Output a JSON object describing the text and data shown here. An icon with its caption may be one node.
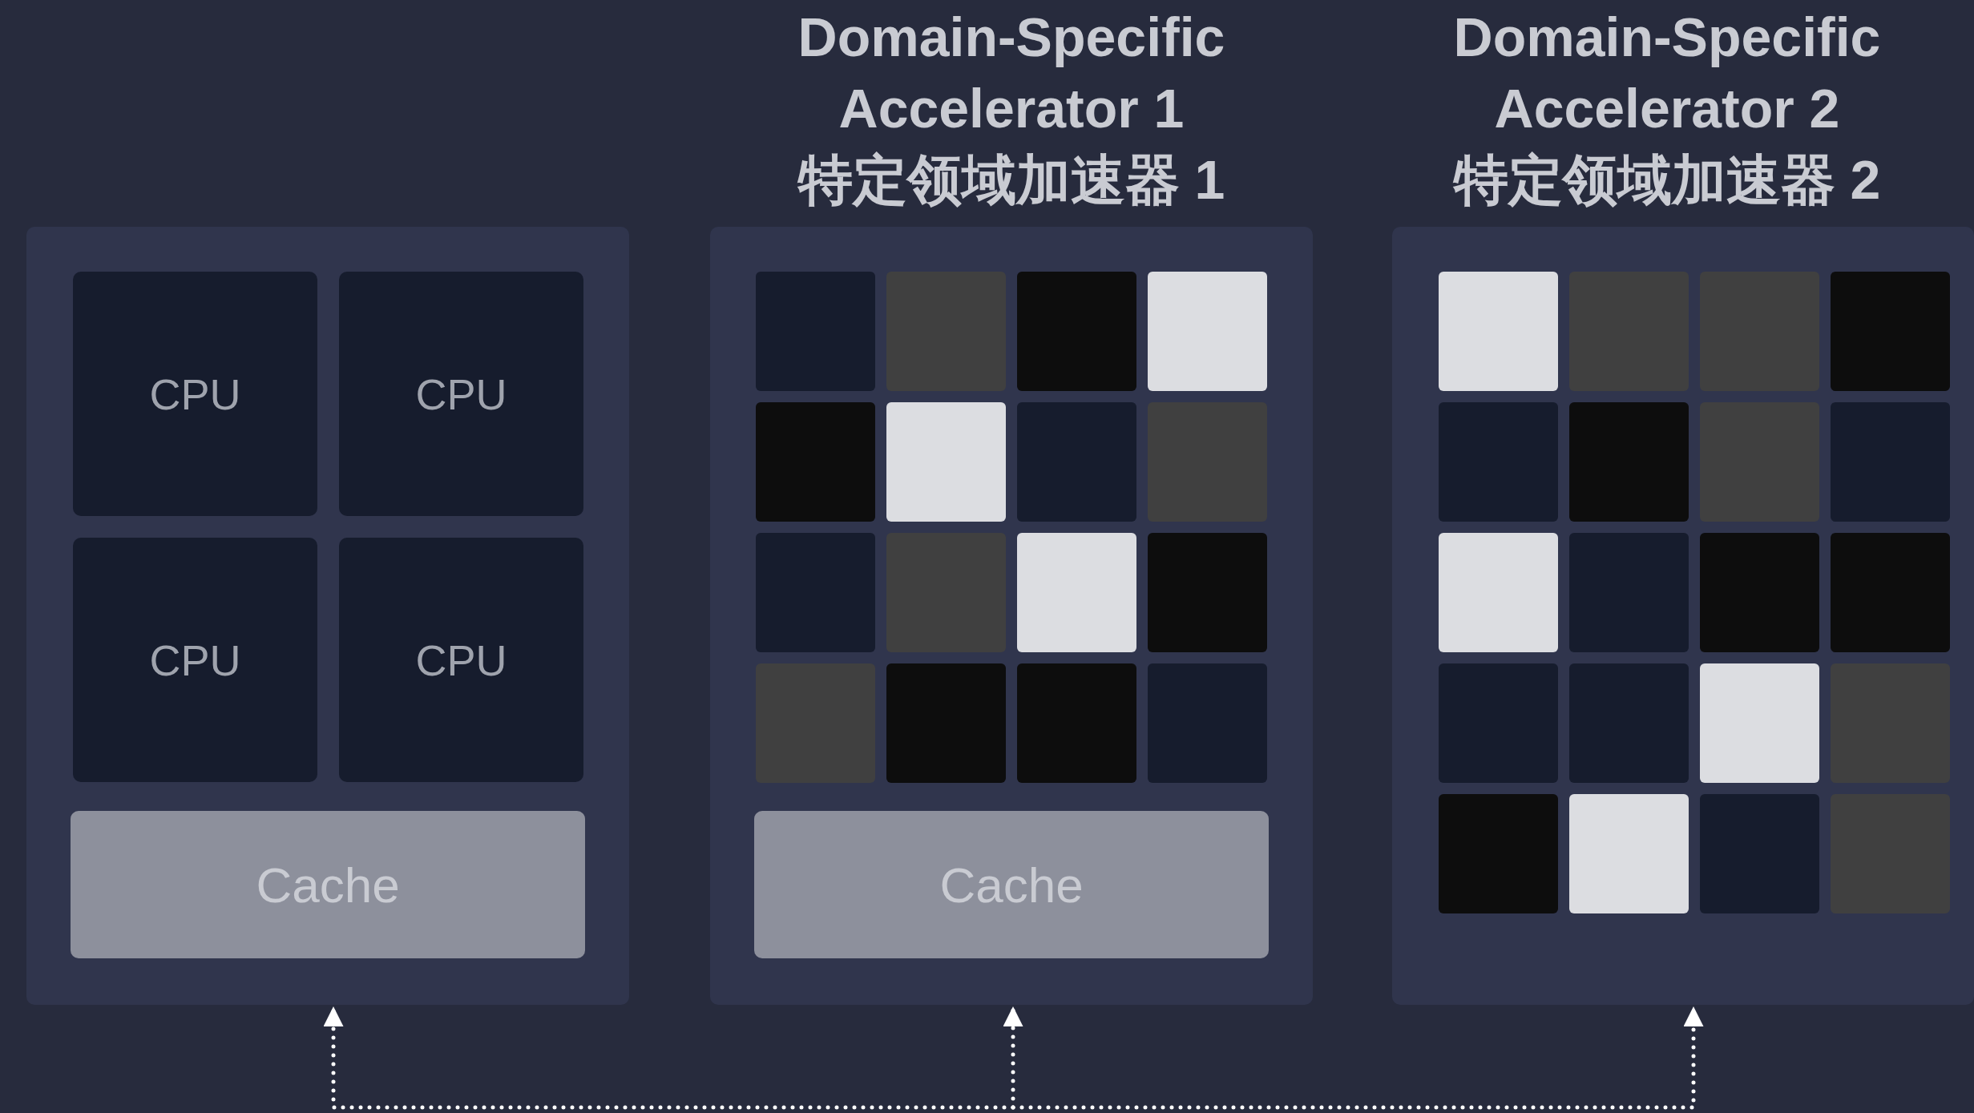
{
  "diagram": {
    "nodes": [
      {
        "text": [],
        "shape": "box"
      },
      {
        "text": [
          "CPU"
        ],
        "in": 0
      },
      {
        "text": [
          "CPU"
        ],
        "in": 0
      },
      {
        "text": [
          "CPU"
        ],
        "in": 0
      },
      {
        "text": [
          "CPU"
        ],
        "in": 0
      },
      {
        "text": [
          "Cache"
        ],
        "in": 0
      },
      {
        "text": [
          "Domain-Specific Accelerator 1",
          "特定领域加速器 1"
        ]
      },
      {
        "text": [],
        "shape": "box",
        "in": 6
      },
      {
        "text": [],
        "shape": "box",
        "in": 6
      },
      {
        "text": [],
        "shape": "box",
        "in": 6
      },
      {
        "text": [],
        "shape": "box",
        "in": 6
      },
      {
        "text": [],
        "shape": "box",
        "in": 6
      },
      {
        "text": [],
        "shape": "box",
        "in": 6
      },
      {
        "text": [],
        "shape": "box",
        "in": 6
      },
      {
        "text": [],
        "shape": "box",
        "in": 6
      },
      {
        "text": [],
        "shape": "box",
        "in": 6
      },
      {
        "text": [],
        "shape": "box",
        "in": 6
      },
      {
        "text": [],
        "shape": "box",
        "in": 6
      },
      {
        "text": [],
        "shape": "box",
        "in": 6
      },
      {
        "text": [],
        "shape": "box",
        "in": 6
      },
      {
        "text": [],
        "shape": "box",
        "in": 6
      },
      {
        "text": [],
        "shape": "box",
        "in": 6
      },
      {
        "text": [],
        "shape": "box",
        "in": 6
      },
      {
        "text": [
          "Cache"
        ],
        "in": 6
      },
      {
        "text": [
          "Domain-Specific Accelerator 2",
          "特定领域加速器 2"
        ]
      },
      {
        "text": [],
        "shape": "box",
        "in": 24
      },
      {
        "text": [],
        "shape": "box",
        "in": 24
      },
      {
        "text": [],
        "shape": "box",
        "in": 24
      },
      {
        "text": [],
        "shape": "box",
        "in": 24
      },
      {
        "text": [],
        "shape": "box",
        "in": 24
      },
      {
        "text": [],
        "shape": "box",
        "in": 24
      },
      {
        "text": [],
        "shape": "box",
        "in": 24
      },
      {
        "text": [],
        "shape": "box",
        "in": 24
      },
      {
        "text": [],
        "shape": "box",
        "in": 24
      },
      {
        "text": [],
        "shape": "box",
        "in": 24
      },
      {
        "text": [],
        "shape": "box",
        "in": 24
      },
      {
        "text": [],
        "shape": "box",
        "in": 24
      },
      {
        "text": [],
        "shape": "box",
        "in": 24
      },
      {
        "text": [],
        "shape": "box",
        "in": 24
      },
      {
        "text": [],
        "shape": "box",
        "in": 24
      },
      {
        "text": [],
        "shape": "box",
        "in": 24
      },
      {
        "text": [],
        "shape": "box",
        "in": 24
      },
      {
        "text": [],
        "shape": "box",
        "in": 24
      },
      {
        "text": [],
        "shape": "box",
        "in": 24
      },
      {
        "text": [],
        "shape": "box",
        "in": 24
      }
    ],
    "edges": [
      {
        "from": null,
        "to": 0,
        "arrow": "to",
        "style": "dashed"
      },
      {
        "from": null,
        "to": 6,
        "arrow": "to",
        "style": "dashed"
      },
      {
        "from": null,
        "to": 24,
        "arrow": "to",
        "style": "dashed"
      }
    ]
  }
}
